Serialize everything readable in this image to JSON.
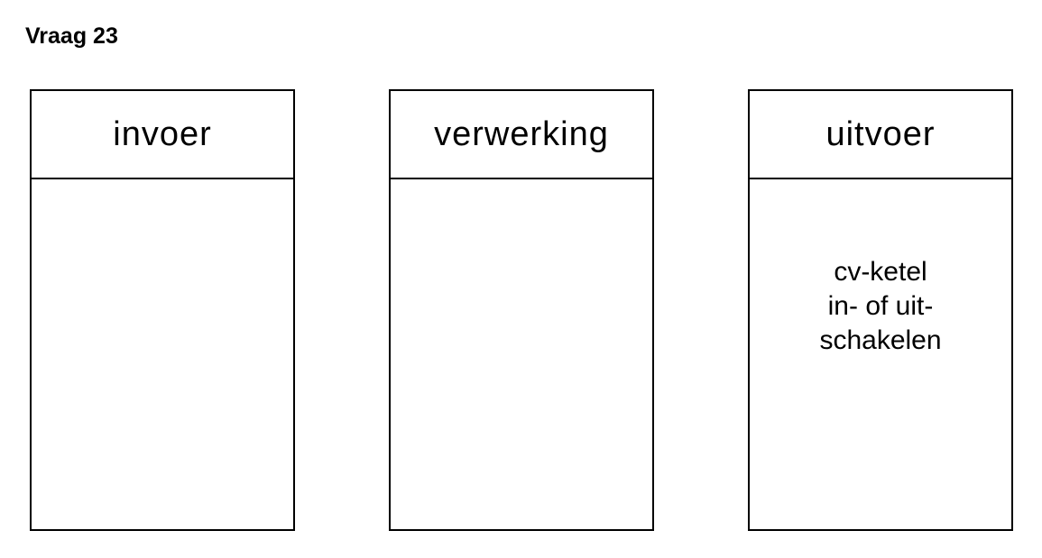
{
  "question": {
    "title": "Vraag 23"
  },
  "columns": [
    {
      "header": "invoer",
      "content_lines": []
    },
    {
      "header": "verwerking",
      "content_lines": []
    },
    {
      "header": "uitvoer",
      "content_lines": [
        "cv-ketel",
        "in- of uit-",
        "schakelen"
      ]
    }
  ]
}
